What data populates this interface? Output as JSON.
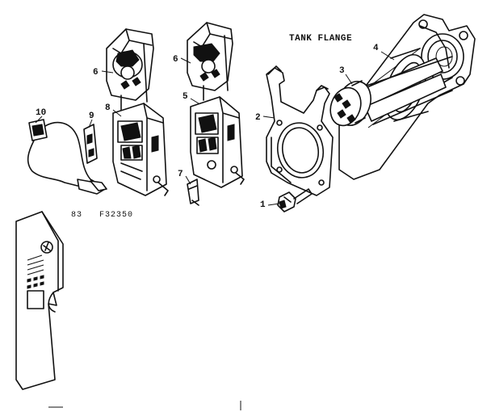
{
  "diagram": {
    "title": "TANK FLANGE",
    "reference": "83   F32350",
    "callouts": [
      {
        "id": "1",
        "label": "1"
      },
      {
        "id": "2",
        "label": "2"
      },
      {
        "id": "3",
        "label": "3"
      },
      {
        "id": "4",
        "label": "4"
      },
      {
        "id": "5",
        "label": "5"
      },
      {
        "id": "6a",
        "label": "6"
      },
      {
        "id": "6b",
        "label": "6"
      },
      {
        "id": "7",
        "label": "7"
      },
      {
        "id": "8",
        "label": "8"
      },
      {
        "id": "9",
        "label": "9"
      },
      {
        "id": "10",
        "label": "10"
      }
    ]
  }
}
